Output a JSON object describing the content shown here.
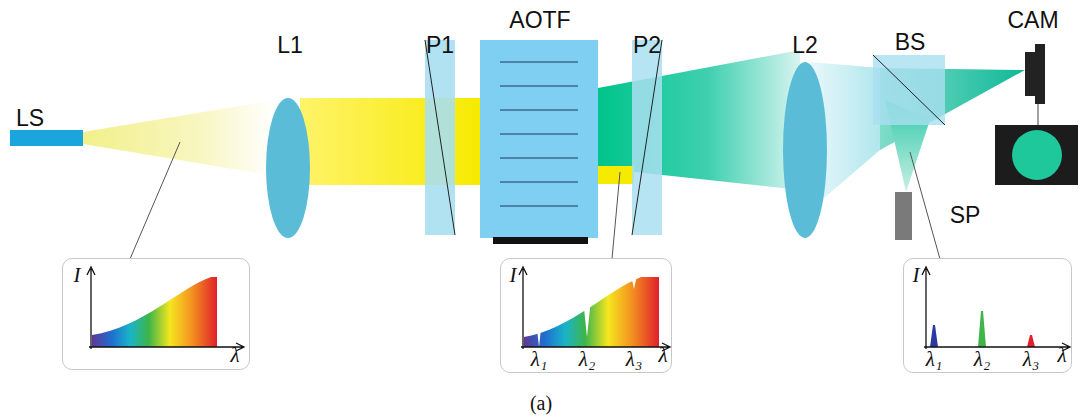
{
  "diagram": {
    "caption": "(a)",
    "nodes": [
      {
        "text": [
          "I",
          "λ"
        ]
      },
      {
        "text": [
          "I",
          "λ₁",
          "λ₂",
          "λ₃",
          "λ"
        ]
      },
      {
        "text": [
          "I",
          "λ₁",
          "λ₂",
          "λ₃",
          "λ"
        ]
      }
    ],
    "labels": [
      "LS",
      "L1",
      "P1",
      "AOTF",
      "P2",
      "L2",
      "BS",
      "CAM",
      "SP"
    ]
  }
}
